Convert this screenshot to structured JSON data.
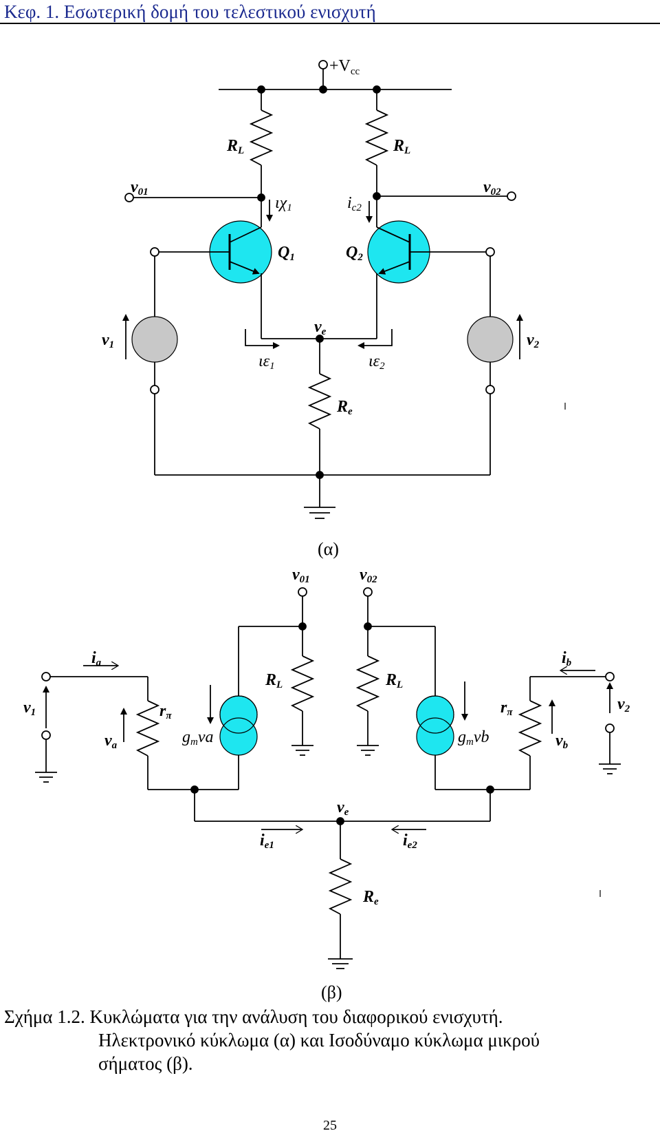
{
  "header": {
    "title": "Κεφ. 1. Εσωτερική δομή του τελεστικού ενισχυτή"
  },
  "circuit_a": {
    "vcc": "+V",
    "vcc_sub": "cc",
    "rl_left": "R",
    "rl_left_sub": "L",
    "rl_right": "R",
    "rl_right_sub": "L",
    "v01": "v",
    "v01_sub": "01",
    "v02": "v",
    "v02_sub": "02",
    "ic1": "ιχ",
    "ic1_sub": "1",
    "ic2": "i",
    "ic2_sub": "c2",
    "q1": "Q",
    "q1_sub": "1",
    "q2": "Q",
    "q2_sub": "2",
    "v1": "v",
    "v1_sub": "1",
    "v2": "v",
    "v2_sub": "2",
    "ve": "v",
    "ve_sub": "e",
    "ie1": "ιε",
    "ie1_sub": "1",
    "ie2": "ιε",
    "ie2_sub": "2",
    "re": "R",
    "re_sub": "e",
    "label": "(α)",
    "transistor_color": "#1ee6f0",
    "source_color": "#c8c8c8"
  },
  "circuit_b": {
    "v01": "v",
    "v01_sub": "01",
    "v02": "v",
    "v02_sub": "02",
    "ia": "i",
    "ia_sub": "a",
    "ib": "i",
    "ib_sub": "b",
    "v1": "v",
    "v1_sub": "1",
    "v2": "v",
    "v2_sub": "2",
    "va": "v",
    "va_sub": "a",
    "vb": "v",
    "vb_sub": "b",
    "rpi_left": "r",
    "rpi_left_sub": "π",
    "rpi_right": "r",
    "rpi_right_sub": "π",
    "gm_va": "g",
    "gm_va_sub": "m",
    "gm_va_tail": "va",
    "gm_vb": "g",
    "gm_vb_sub": "m",
    "gm_vb_tail": "vb",
    "rl_left": "R",
    "rl_left_sub": "L",
    "rl_right": "R",
    "rl_right_sub": "L",
    "ve": "v",
    "ve_sub": "e",
    "ie1": "i",
    "ie1_sub": "e1",
    "ie2": "i",
    "ie2_sub": "e2",
    "re": "R",
    "re_sub": "e",
    "label": "(β)",
    "source_color": "#1ee6f0"
  },
  "caption": {
    "line1": "Σχήμα 1.2. Κυκλώματα για την ανάλυση του διαφορικού ενισχυτή.",
    "line2": "Ηλεκτρονικό κύκλωμα (α) και Ισοδύναμο κύκλωμα μικρού",
    "line3": "σήματος (β)."
  },
  "page_number": "25"
}
